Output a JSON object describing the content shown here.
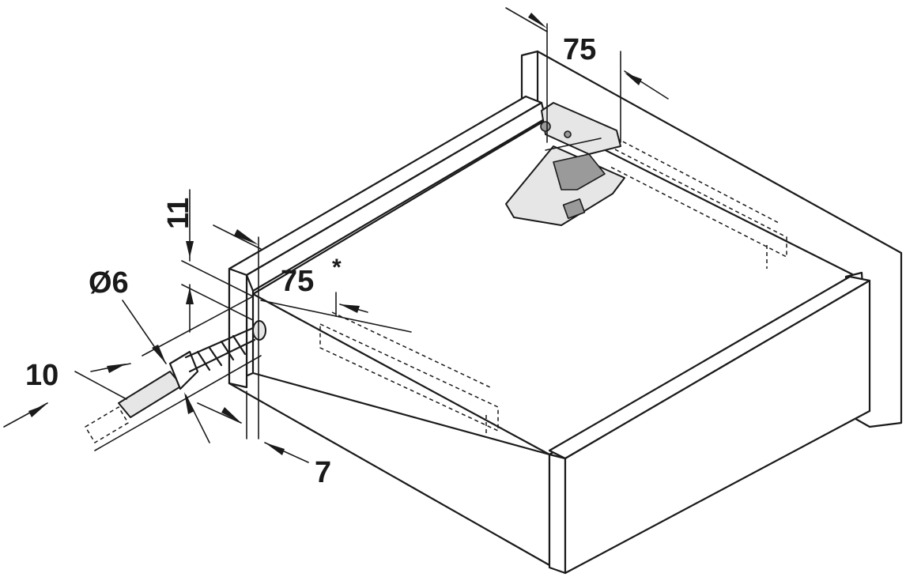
{
  "dimensions": {
    "top_spacing": "75",
    "front_spacing": "75",
    "front_spacing_note": "*",
    "hole_height": "11",
    "drill_diameter": "Ø6",
    "drill_depth": "10",
    "panel_offset": "7"
  }
}
